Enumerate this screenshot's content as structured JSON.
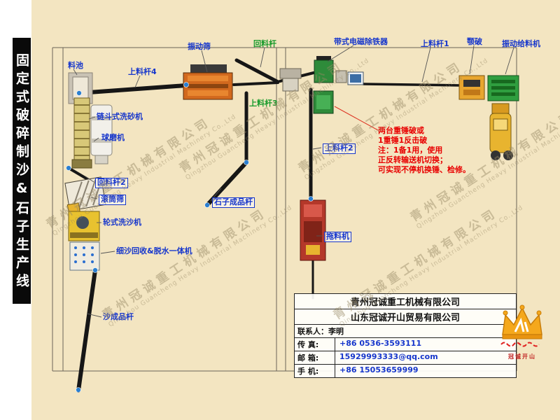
{
  "banner": {
    "title": "固定式破碎制沙&石子生产线"
  },
  "labels": {
    "material_pool": "料池",
    "feed_conveyor_4": "上料杆4",
    "vibrating_screen": "振动筛",
    "return_conveyor": "回料杆",
    "magnetic_separator": "带式电磁除铁器",
    "feed_conveyor_1": "上料杆1",
    "jaw_crusher": "颚破",
    "vibrating_feeder": "振动给料机",
    "chain_bucket_washer": "链斗式洗砂机",
    "ball_mill": "球磨机",
    "feed_conveyor_3": "上料杆3",
    "feed_conveyor_2": "上料杆2",
    "return_conveyor_2": "回料杆2",
    "drum_screen": "滚筒筛",
    "stone_product_conveyor": "石子成品杆",
    "wheel_sand_washer": "轮式洗沙机",
    "drag_machine": "拖料机",
    "fine_sand_recovery": "细沙回收&脱水一体机",
    "sand_product_conveyor": "沙成品杆"
  },
  "annotation": {
    "lines": [
      "两台重锤破或",
      "1重锤1反击破",
      "注：1备1用，使用",
      "正反转输送机切换；",
      "可实现不停机换锤、检修。"
    ]
  },
  "title_block": {
    "company_primary": "青州冠诚重工机械有限公司",
    "company_secondary": "山东冠诚开山贸易有限公司",
    "contact": "联系人：李明",
    "rows": [
      {
        "label": "传  真:",
        "value": "+86 0536-3593111"
      },
      {
        "label": "邮  箱:",
        "value": "15929993333@qq.com"
      },
      {
        "label": "手  机:",
        "value": "+86 15053659999"
      }
    ],
    "logo_text": "冠诚开山"
  },
  "watermark": {
    "cn": "青州冠诚重工机械有限公司",
    "en": "Qingzhou Guancheng Heavy Industrial Machinery Co.,Ltd"
  },
  "colors": {
    "paper": "#f3e5c1",
    "banner_bg": "#0a0a0a",
    "label_blue": "#1636cc",
    "label_green": "#169a2a",
    "annotation_red": "#e80000",
    "crown_orange": "#f5a81c"
  }
}
